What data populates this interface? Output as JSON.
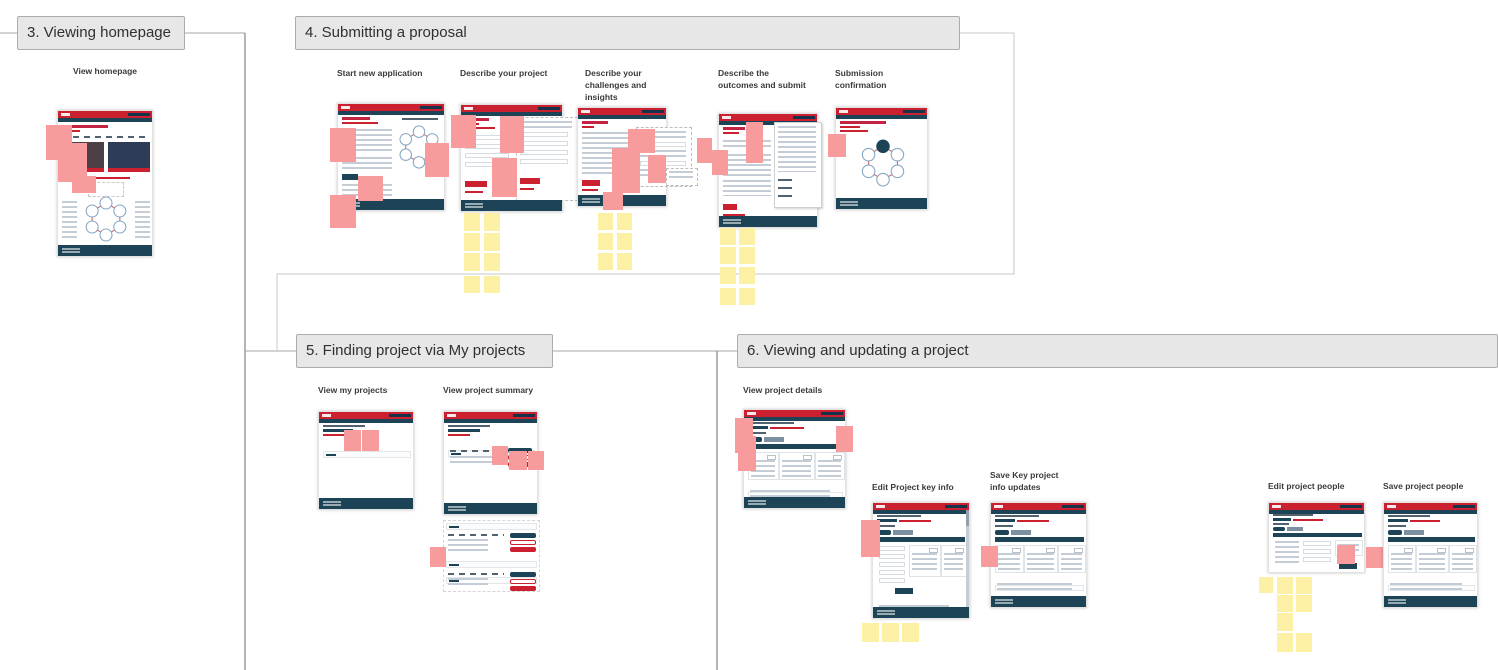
{
  "board": {
    "background": "#FFFFFF",
    "sticky_pink_color": "#F89B9D",
    "sticky_yellow_color": "#FBF0A3",
    "accent_red": "#CB2030",
    "accent_navy": "#1C4356",
    "section_header_bg": "#E7E7E7"
  },
  "sections": [
    {
      "title": "3. Viewing homepage",
      "steps": [
        {
          "label": "View homepage"
        }
      ]
    },
    {
      "title": "4. Submitting a proposal",
      "steps": [
        {
          "label": "Start new application"
        },
        {
          "label": "Describe your project"
        },
        {
          "label": "Describe your challenges and insights"
        },
        {
          "label": "Describe the outcomes and submit"
        },
        {
          "label": "Submission confirmation"
        }
      ]
    },
    {
      "title": "5. Finding project via My projects",
      "steps": [
        {
          "label": "View my projects"
        },
        {
          "label": "View project summary"
        }
      ]
    },
    {
      "title": "6. Viewing and updating a project",
      "steps": [
        {
          "label": "View project details"
        },
        {
          "label": "Edit Project key info"
        },
        {
          "label": "Save Key project info updates"
        },
        {
          "label": "Edit project people"
        },
        {
          "label": "Save project people"
        }
      ]
    }
  ]
}
